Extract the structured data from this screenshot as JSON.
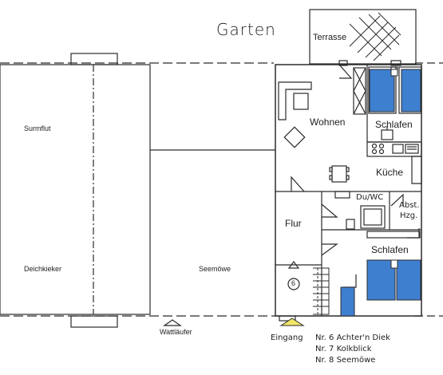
{
  "labels": {
    "garden": "Garten",
    "terrace": "Terrasse",
    "living": "Wohnen",
    "bedroom_top": "Schlafen",
    "kitchen": "Küche",
    "bath": "Du/WC",
    "storage_line1": "Abst.",
    "storage_line2": "Hzg.",
    "hall": "Flur",
    "bedroom_bottom": "Schlafen",
    "stair_number": "6",
    "unit_left_top": "Surmflut",
    "unit_left_bottom": "Deichkieker",
    "unit_middle": "Seemöwe",
    "entrance_wattlaeufer": "Wattläufer",
    "entrance_main": "Eingang"
  },
  "entrance_list": [
    "Nr. 6 Achter'n Diek",
    "Nr. 7 Kolkblick",
    "Nr. 8 Seemöwe"
  ],
  "colors": {
    "line": "#2b2b2b",
    "bed_fill": "#3f7fd0",
    "entrance_marker": "#f2e66a"
  }
}
